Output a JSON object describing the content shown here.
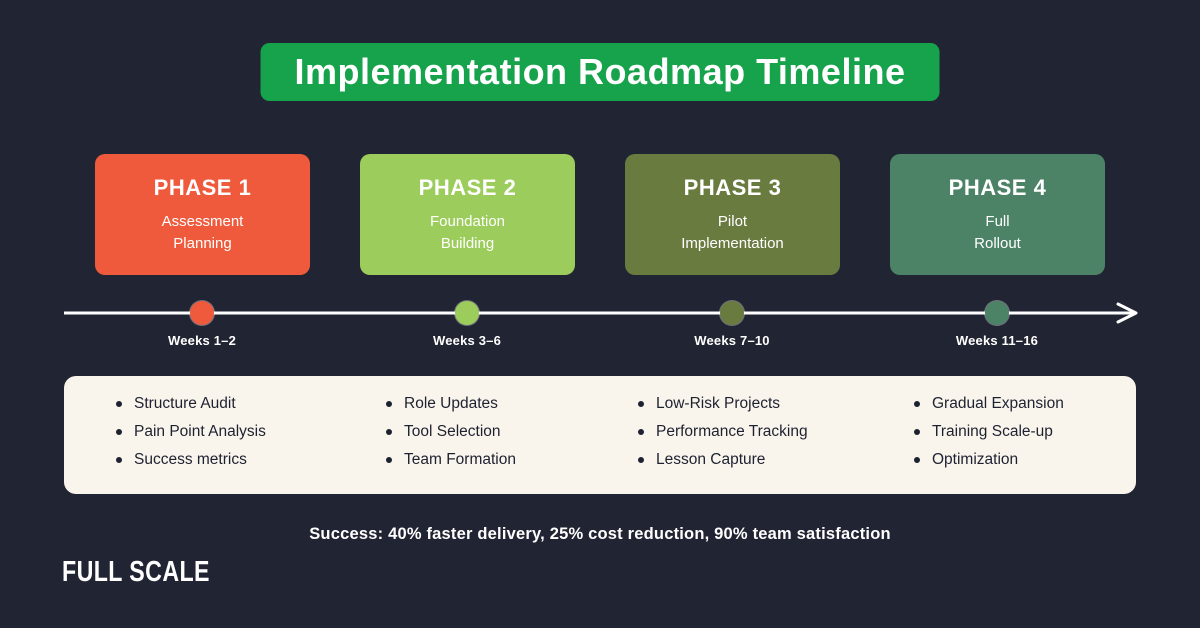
{
  "title": "Implementation Roadmap Timeline",
  "colors": {
    "background": "#212433",
    "banner_green": "#17A34B",
    "panel_cream": "#FAF5EC",
    "timeline_white": "#FFFFFF"
  },
  "phases": [
    {
      "name": "PHASE 1",
      "color": "#EE5A3B",
      "subtitle": [
        "Assessment",
        "Planning"
      ],
      "week": "Weeks 1–2",
      "items": [
        "Structure Audit",
        "Pain Point Analysis",
        "Success metrics"
      ]
    },
    {
      "name": "PHASE 2",
      "color": "#9CCC5B",
      "subtitle": [
        "Foundation",
        "Building"
      ],
      "week": "Weeks 3–6",
      "items": [
        "Role Updates",
        "Tool Selection",
        "Team Formation"
      ]
    },
    {
      "name": "PHASE 3",
      "color": "#6A7B40",
      "subtitle": [
        "Pilot",
        "Implementation"
      ],
      "week": "Weeks 7–10",
      "items": [
        "Low-Risk Projects",
        "Performance Tracking",
        "Lesson Capture"
      ]
    },
    {
      "name": "PHASE 4",
      "color": "#4C8266",
      "subtitle": [
        "Full",
        "Rollout"
      ],
      "week": "Weeks 11–16",
      "items": [
        "Gradual Expansion",
        "Training Scale-up",
        "Optimization"
      ]
    }
  ],
  "success_text": "Success: 40% faster delivery, 25% cost reduction, 90% team satisfaction",
  "logo_text": "FULL SCALE"
}
